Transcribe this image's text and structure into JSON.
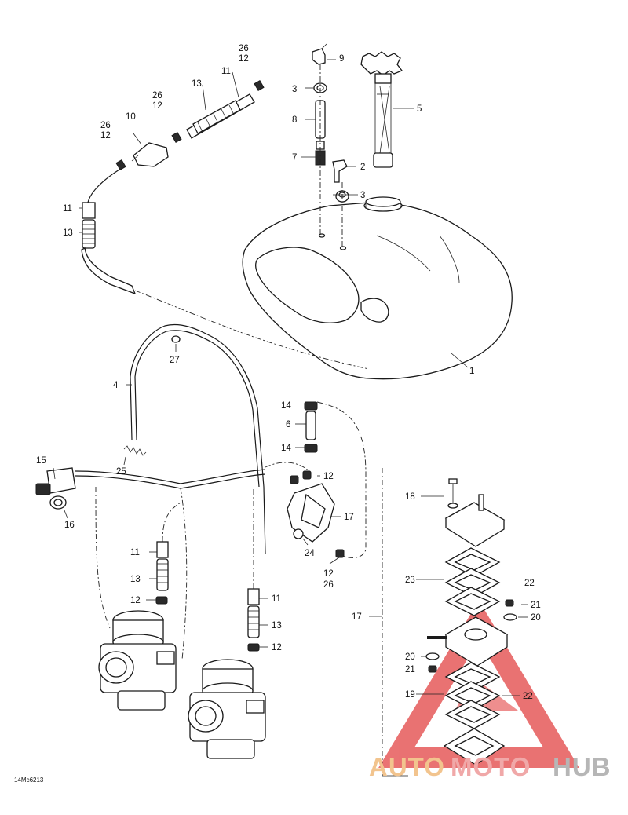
{
  "diagram_code": "14Mc6213",
  "watermark": {
    "part1": "AUTO",
    "part2": "MOTO",
    "part3": "HUB",
    "colors": {
      "auto": "#f2c48e",
      "moto": "#f0a8a8",
      "hub": "#b6b6b6",
      "logo": "#e65a5a"
    }
  },
  "callouts": {
    "c1": "1",
    "c2": "2",
    "c3a": "3",
    "c3b": "3",
    "c4": "4",
    "c5": "5",
    "c6": "6",
    "c7": "7",
    "c8": "8",
    "c9": "9",
    "c10": "10",
    "c11a": "11",
    "c11b": "11",
    "c11c": "11",
    "c11d": "11",
    "c12a": "12",
    "c12b": "12",
    "c12c": "12",
    "c12d": "12",
    "c12e": "12",
    "c12f": "12",
    "c12g": "12",
    "c13a": "13",
    "c13b": "13",
    "c13c": "13",
    "c13d": "13",
    "c14a": "14",
    "c14b": "14",
    "c15": "15",
    "c16": "16",
    "c17a": "17",
    "c17b": "17",
    "c18": "18",
    "c19": "19",
    "c20a": "20",
    "c20b": "20",
    "c21a": "21",
    "c21b": "21",
    "c22a": "22",
    "c22b": "22",
    "c23": "23",
    "c24": "24",
    "c25": "25",
    "c26a": "26",
    "c26b": "26",
    "c26c": "26",
    "c26d": "26",
    "c27": "27"
  }
}
